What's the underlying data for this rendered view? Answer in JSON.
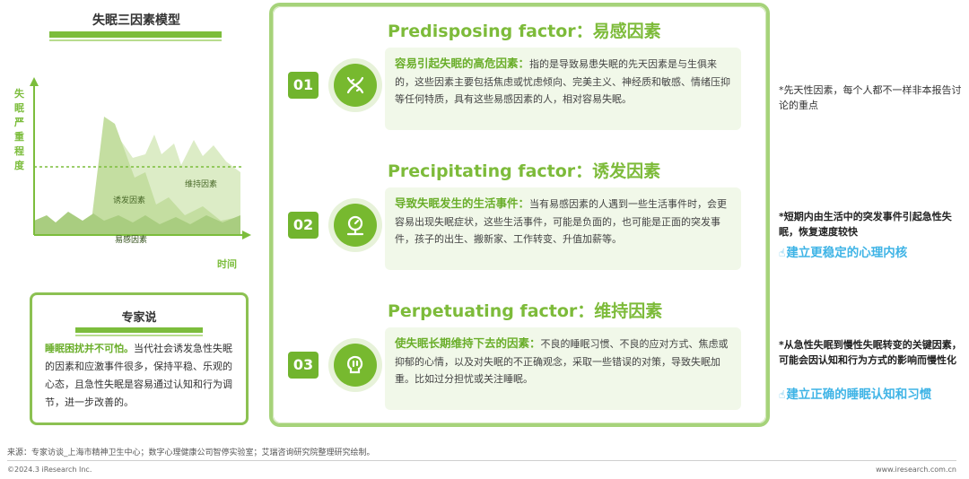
{
  "model": {
    "title": "失眠三因素模型",
    "y_axis_label": [
      "失",
      "眠",
      "严",
      "重",
      "程",
      "度"
    ],
    "x_axis_label": "时间",
    "areas": {
      "precipitating": "诱发因素",
      "perpetuating": "维持因素",
      "predisposing": "易感因素"
    },
    "colors": {
      "precipitating": "#c4dea1",
      "perpetuating": "#dcecc6",
      "predisposing": "#a9cd80",
      "axis": "#7cbd3c",
      "threshold": "#7cbd3c"
    }
  },
  "expert": {
    "title": "专家说",
    "highlight": "睡眠困扰并不可怕。",
    "body": "当代社会诱发急性失眠的因素和应激事件很多，保持平稳、乐观的心态，且急性失眠是容易通过认知和行为调节，进一步改善的。"
  },
  "factors": [
    {
      "number": "01",
      "title": "Predisposing factor：易感因素",
      "icon": "dna-icon",
      "lead": "容易引起失眠的高危因素：",
      "body": "指的是导致易患失眠的先天因素是与生俱来的，这些因素主要包括焦虑或忧虑倾向、完美主义、神经质和敏感、情绪压抑等任何特质，具有这些易感因素的人，相对容易失眠。"
    },
    {
      "number": "02",
      "title": "Precipitating factor：诱发因素",
      "icon": "gauge-scale-icon",
      "lead": "导致失眠发生的生活事件：",
      "body": "当有易感因素的人遇到一些生活事件时，会更容易出现失眠症状，这些生活事件，可能是负面的，也可能是正面的突发事件，孩子的出生、搬新家、工作转变、升值加薪等。"
    },
    {
      "number": "03",
      "title": "Perpetuating factor：维持因素",
      "icon": "brain-icon",
      "lead": "使失眠长期维持下去的因素：",
      "body": "不良的睡眠习惯、不良的应对方式、焦虑或抑郁的心情，以及对失眠的不正确观念，采取一些错误的对策，导致失眠加重。比如过分担忧或关注睡眠。"
    }
  ],
  "notes": [
    {
      "text": "*先天性因素，每个人都不一样非本报告讨论的重点",
      "action": ""
    },
    {
      "text": "*短期内由生活中的突发事件引起急性失眠，恢复速度较快",
      "action": "建立更稳定的心理内核"
    },
    {
      "text": "*从急性失眠到慢性失眠转变的关键因素，可能会因认知和行为方式的影响而慢性化",
      "action": "建立正确的睡眠认知和习惯"
    }
  ],
  "action_icon": "hand-pointer-icon",
  "accent_color": "#7dbb3a",
  "action_color": "#3fb4e6",
  "footer": {
    "source": "来源：专家访谈_上海市精神卫生中心；数字心理健康公司智停实验室；艾瑞咨询研究院整理研究绘制。",
    "copyright": "©2024.3 iResearch Inc.",
    "website": "www.iresearch.com.cn"
  }
}
